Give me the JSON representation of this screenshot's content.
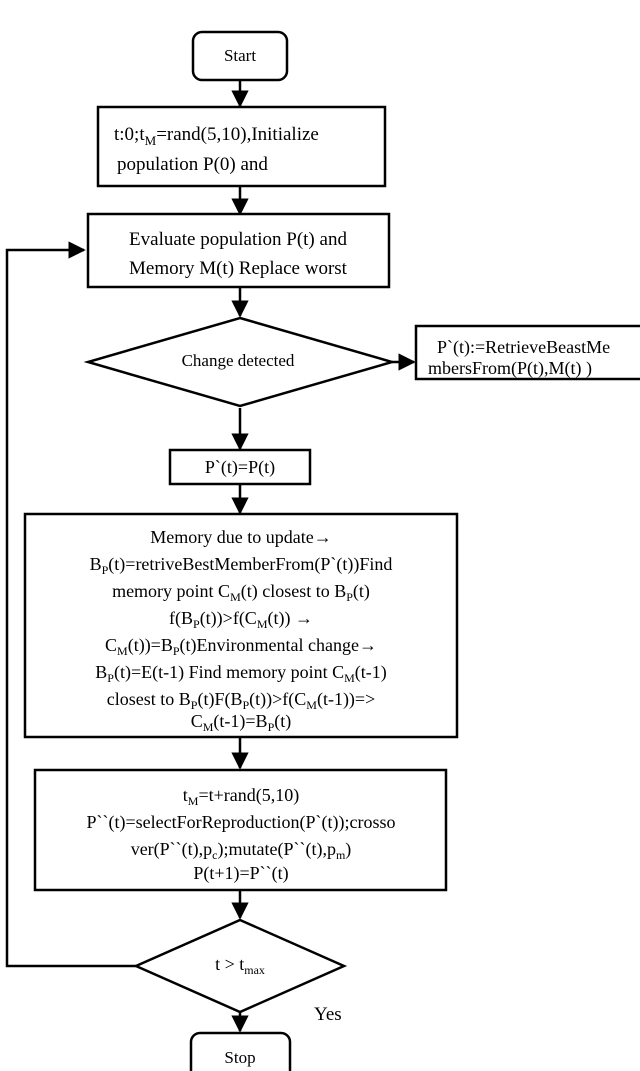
{
  "start": "Start",
  "init": {
    "line1_prefix": "t:0;t",
    "line1_sub": "M",
    "line1_suffix": "=rand(5,10),Initialize",
    "line2": "population P(0) and"
  },
  "evaluate": {
    "line1": "Evaluate population P(t) and",
    "line2": "Memory M(t) Replace worst"
  },
  "change": "Change detected",
  "retrieve": {
    "line1": "P`(t):=RetrieveBeastMe",
    "line2": "mbersFrom(P(t),M(t) )"
  },
  "assign": "P`(t)=P(t)",
  "memory": {
    "l1": "Memory due to update→",
    "l2a": "B",
    "l2s": "P",
    "l2b": "(t)=retriveBestMemberFrom(P`(t))Find",
    "l3a": "memory point C",
    "l3s1": "M",
    "l3b": "(t) closest to B",
    "l3s2": "P",
    "l3c": "(t)",
    "l4a": "f(B",
    "l4s1": "P",
    "l4b": "(t))>f(C",
    "l4s2": "M",
    "l4c": "(t)) →",
    "l5a": "C",
    "l5s1": "M",
    "l5b": "(t))=B",
    "l5s2": "P",
    "l5c": "(t)Environmental change→",
    "l6a": "B",
    "l6s1": "P",
    "l6b": "(t)=E(t-1) Find memory point C",
    "l6s2": "M",
    "l6c": "(t-1)",
    "l7a": "closest to B",
    "l7s": "P",
    "l7b": "(t)F(B",
    "l7s2": "P",
    "l7c": "(t))>f(C",
    "l7s3": "M",
    "l7d": "(t-1))=>",
    "l8a": "C",
    "l8s1": "M",
    "l8b": "(t-1)=B",
    "l8s2": "P",
    "l8c": "(t)"
  },
  "reproduce": {
    "l1a": "t",
    "l1s": "M",
    "l1b": "=t+rand(5,10)",
    "l2": "P``(t)=selectForReproduction(P`(t));crosso",
    "l3a": "ver(P``(t),p",
    "l3s1": "c",
    "l3b": ");mutate(P``(t),p",
    "l3s2": "m",
    "l3c": ")",
    "l4": "P(t+1)=P``(t)"
  },
  "loop_test": {
    "a": "t > t",
    "sub": "max"
  },
  "yes": "Yes",
  "stop": "Stop"
}
